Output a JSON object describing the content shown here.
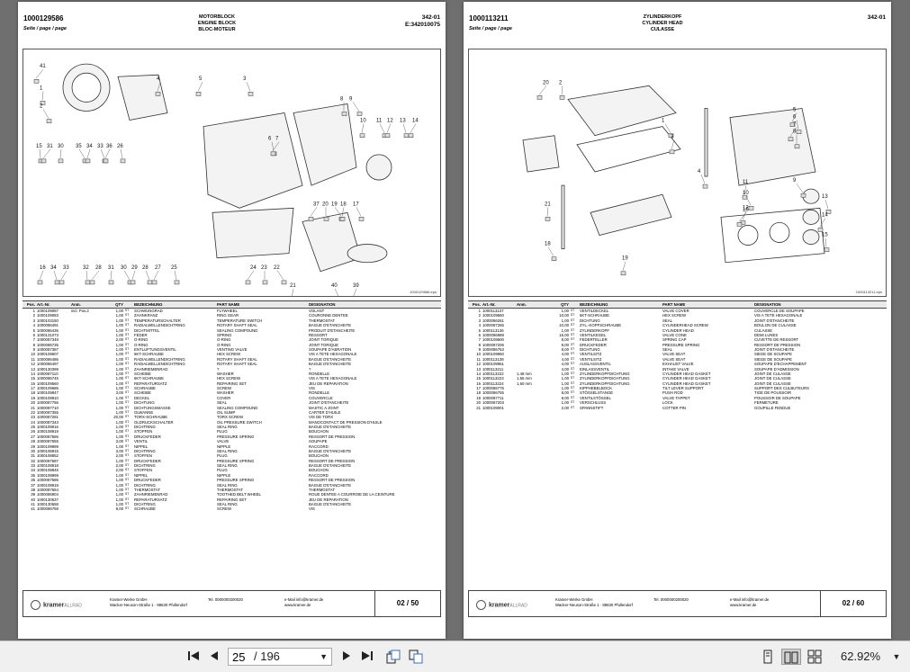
{
  "left_page": {
    "part_no": "1000129586",
    "seite": "Seite / page / page",
    "titles": [
      "MOTORBLOCK",
      "ENGINE BLOCK",
      "BLOC-MOTEUR"
    ],
    "ref": "342-01",
    "ref2": "E:342010075",
    "figure_code": "1000129586.eps",
    "callouts": [
      "41",
      "1",
      "2",
      "4",
      "3",
      "5",
      "6",
      "7",
      "8",
      "9",
      "10",
      "11",
      "12",
      "13",
      "14",
      "15",
      "31",
      "30",
      "35",
      "34",
      "33",
      "36",
      "26",
      "37",
      "20",
      "19",
      "18",
      "17",
      "16",
      "34",
      "33",
      "32",
      "28",
      "31",
      "30",
      "29",
      "28",
      "27",
      "25",
      "24",
      "23",
      "22",
      "21",
      "40",
      "39",
      "38"
    ],
    "columns": [
      "Pos.",
      "Art.-Nr.",
      "Anm.",
      "QTY",
      "",
      "BEZEICHNUNG",
      "PART NAME",
      "DESIGNATION"
    ],
    "rows": [
      [
        "1",
        "1000109087",
        "incl. Pos.2",
        "1,00",
        "ST",
        "SCHWUNGRAD",
        "FLYWHEEL",
        "VOLANT"
      ],
      [
        "2",
        "1000109083",
        "",
        "1,00",
        "ST",
        "ZAHNKRANZ",
        "RING GEAR",
        "COURONNE DENTEE"
      ],
      [
        "3",
        "1000103150",
        "",
        "1,00",
        "ST",
        "TEMPERATURSCHALTER",
        "TEMPERATURE SWITCH",
        "THERMOSTAT"
      ],
      [
        "4",
        "1000086491",
        "",
        "1,00",
        "ST",
        "RADIALWELLENDICHTRING",
        "ROTARY SHAFT SEAL",
        "BAGUE D'ETANCHEITE"
      ],
      [
        "5",
        "1000086436",
        "",
        "1,00",
        "ST",
        "DICHTMITTEL",
        "SEALING COMPOUND",
        "PRODUIT D'ETANCHEITE"
      ],
      [
        "6",
        "1000131073",
        "",
        "1,00",
        "ST",
        "FEDER",
        "SPRING",
        "RESSORT"
      ],
      [
        "7",
        "1000087349",
        "",
        "2,00",
        "ST",
        "O-RING",
        "O-RING",
        "JOINT TORIQUE"
      ],
      [
        "8",
        "1000086735",
        "",
        "1,00",
        "ST",
        "O-RING",
        "O-RING",
        "JOINT TORIQUE"
      ],
      [
        "9",
        "1000087387",
        "",
        "1,00",
        "ST",
        "ENTLUFTUNGSVENTIL",
        "VENTING VALVE",
        "SOUPAPE D'AERATION"
      ],
      [
        "10",
        "1000109607",
        "",
        "1,00",
        "ST",
        "6KT-SCHRAUBE",
        "HEX SCREW",
        "VIS A TETE HEXAGONALE"
      ],
      [
        "11",
        "1000086486",
        "",
        "1,00",
        "ST",
        "RADIALWELLENDICHTRING",
        "ROTARY SHAFT SEAL",
        "BAGUE D'ETANCHEITE"
      ],
      [
        "12",
        "1000086497",
        "",
        "1,00",
        "ST",
        "RADIALWELLENDICHTRING",
        "ROTARY SHAFT SEAL",
        "BAGUE D'ETANCHEITE"
      ],
      [
        "13",
        "1000130399",
        "",
        "1,00",
        "ST",
        "ZAHNRIEMENRAD",
        "?",
        "?"
      ],
      [
        "14",
        "1000087110",
        "",
        "1,00",
        "ST",
        "SCHEIBE",
        "WASHER",
        "RONDELLE"
      ],
      [
        "15",
        "1000086745",
        "",
        "1,00",
        "ST",
        "6KT-SCHRAUBE",
        "HEX SCREW",
        "VIS A TETE HEXAGONALE"
      ],
      [
        "16",
        "1000109560",
        "",
        "1,00",
        "ST",
        "REPARATURSATZ",
        "REPAIRING SET",
        "JEU DE REPARATION"
      ],
      [
        "17",
        "1000109685",
        "",
        "1,00",
        "ST",
        "SCHRAUBE",
        "SCREW",
        "VIS"
      ],
      [
        "18",
        "1000109847",
        "",
        "3,00",
        "ST",
        "SCHEIBE",
        "WASHER",
        "RONDELLE"
      ],
      [
        "19",
        "1000109910",
        "",
        "1,00",
        "ST",
        "DECKEL",
        "COVER",
        "COUVERCLE"
      ],
      [
        "20",
        "1000087756",
        "",
        "1,00",
        "ST",
        "DICHTUNG",
        "SEAL",
        "JOINT D'ETANCHEITE"
      ],
      [
        "21",
        "1000087710",
        "",
        "1,00",
        "ST",
        "DICHTUNGSMASSE",
        "SEALING COMPOUND",
        "MASTIC A JOINT"
      ],
      [
        "22",
        "1000087355",
        "",
        "1,00",
        "ST",
        "OLWANNE",
        "OIL SUMP",
        "CARTER D'HUILE"
      ],
      [
        "23",
        "1000087281",
        "",
        "20,00",
        "ST",
        "TORX-SCHRAUBE",
        "TORX SCREW",
        "VIS DE TORX"
      ],
      [
        "24",
        "1000087343",
        "",
        "1,00",
        "ST",
        "OLDRUCKSCHALTER",
        "OIL PRESSURE SWITCH",
        "MANOCONTACT DE PRESSION D'HUILE"
      ],
      [
        "25",
        "1000109916",
        "",
        "1,00",
        "ST",
        "DICHTRING",
        "SEAL RING",
        "BAGUE D'ETANCHEITE"
      ],
      [
        "26",
        "1000108919",
        "",
        "1,00",
        "ST",
        "STOPFEN",
        "PLUG",
        "BOUCHON"
      ],
      [
        "27",
        "1000087586",
        "",
        "1,00",
        "ST",
        "DRUCKFEDER",
        "PRESSURE SPRING",
        "RESSORT DE PRESSION"
      ],
      [
        "28",
        "1000087555",
        "",
        "3,00",
        "ST",
        "VENTIL",
        "VALVE",
        "SOUPAPE"
      ],
      [
        "29",
        "1000109999",
        "",
        "1,00",
        "ST",
        "NIPPEL",
        "NIPPLE",
        "RACCORD"
      ],
      [
        "30",
        "1000108915",
        "",
        "3,00",
        "ST",
        "DICHTRING",
        "SEAL RING",
        "BAGUE D'ETANCHEITE"
      ],
      [
        "31",
        "1000108852",
        "",
        "2,00",
        "ST",
        "STOFFEN",
        "PLUG",
        "BOUCHON"
      ],
      [
        "32",
        "1000087587",
        "",
        "1,00",
        "ST",
        "DRUCKFEDER",
        "PRESSURE SPRING",
        "RESSORT DE PRESSION"
      ],
      [
        "33",
        "1000108918",
        "",
        "2,00",
        "ST",
        "DICHTRING",
        "SEAL RING",
        "BAGUE D'ETANCHEITE"
      ],
      [
        "34",
        "1000108845",
        "",
        "2,00",
        "ST",
        "STOFFEN",
        "PLUG",
        "BOUCHON"
      ],
      [
        "35",
        "1000108999",
        "",
        "1,00",
        "ST",
        "NIPPEL",
        "NIPPLE",
        "RACCORD"
      ],
      [
        "36",
        "1000087586",
        "",
        "1,00",
        "ST",
        "DRUCKFEDER",
        "PRESSURE SPRING",
        "RESSORT DE PRESSION"
      ],
      [
        "37",
        "1000108919",
        "",
        "1,00",
        "ST",
        "DICHTRING",
        "SEAL RING",
        "BAGUE D'ETANCHEITE"
      ],
      [
        "38",
        "1000087654",
        "",
        "1,00",
        "ST",
        "THERMOSTAT",
        "THERMOSTAT",
        "THERMOSTAT"
      ],
      [
        "39",
        "1000086904",
        "",
        "1,00",
        "ST",
        "ZAHNRIEMENRAD",
        "TOOTHED BELT WHEEL",
        "ROUE DENTEE A COURROIE DE LA CEINTURE"
      ],
      [
        "40",
        "1000130637",
        "",
        "1,00",
        "ST",
        "REPARATURSATZ",
        "REPAIRING SET",
        "JEU DE REPARATION"
      ],
      [
        "41",
        "1000130658",
        "",
        "1,00",
        "ST",
        "DICHTRING",
        "SEAL RING",
        "BAGUE D'ETANCHEITE"
      ],
      [
        "41",
        "1000086758",
        "",
        "8,00",
        "ST",
        "SCHRAUBE",
        "SCREW",
        "VIS"
      ]
    ],
    "footer": {
      "brand": "kramer",
      "brand_sub": "ALLRAD",
      "addr1": "Kramer-Werke GmbH",
      "addr2": "Wacker-Neuson-Straße 1 · 88630 Pfullendorf",
      "tel": "Tel. 0000000200020",
      "mail1": "e-Mail info@kramer.de",
      "mail2": "www.kramer.de",
      "page": "02 / 50"
    }
  },
  "right_page": {
    "part_no": "1000113211",
    "seite": "Seite / page / page",
    "titles": [
      "ZYLINDERKOPF",
      "CYLINDER HEAD",
      "CULASSE"
    ],
    "ref": "342-01",
    "figure_code": "1000113211.eps",
    "callouts": [
      "20",
      "2",
      "1",
      "3",
      "4",
      "5",
      "6",
      "7",
      "8",
      "9",
      "11",
      "10",
      "12",
      "13",
      "14",
      "15",
      "16",
      "21",
      "18",
      "19",
      "17"
    ],
    "columns": [
      "Pos.",
      "Art.-Nr.",
      "Anm.",
      "QTY",
      "",
      "BEZEICHNUNG",
      "PART NAME",
      "DESIGNATION"
    ],
    "rows": [
      [
        "1",
        "1000113137",
        "",
        "1,00",
        "ST",
        "VENTILDECKEL",
        "VALVE COVER",
        "COUVERCLE DE SOUPAPE"
      ],
      [
        "2",
        "1000109560",
        "",
        "10,00",
        "ST",
        "6KT-SCHRAUBE",
        "HEX SCREW",
        "VIS A TETE HEXAGONALE"
      ],
      [
        "3",
        "1000086261",
        "",
        "1,00",
        "ST",
        "DICHTUNG",
        "SEAL",
        "JOINT D'ETANCHEITE"
      ],
      [
        "4",
        "1000087265",
        "",
        "10,00",
        "ST",
        "ZYL.-KOPFSCHRAUBE",
        "CYLINDERHEAD SCREW",
        "BOULON DE CULASSE"
      ],
      [
        "5",
        "1000113136",
        "",
        "1,00",
        "ST",
        "ZYLINDERKOPF",
        "CYLINDER HEAD",
        "CULASSE"
      ],
      [
        "6",
        "1000086988",
        "",
        "16,00",
        "ST",
        "VENTILKEGEL",
        "VALVE CONE",
        "DEMI LUNES"
      ],
      [
        "7",
        "1000109600",
        "",
        "8,00",
        "ST",
        "FEDERTELLER",
        "SPRING CAP",
        "CUVETTE DE RESSORT"
      ],
      [
        "8",
        "1000087206",
        "",
        "8,00",
        "ST",
        "DRUCKFEDER",
        "PRESSURE SPRING",
        "RESSORT DE PRESSION"
      ],
      [
        "9",
        "1000086763",
        "",
        "8,00",
        "ST",
        "DICHTUNG",
        "SEAL",
        "JOINT D'ETANCHEITE"
      ],
      [
        "10",
        "1000109960",
        "",
        "4,00",
        "ST",
        "VENTILSITZ",
        "VALVE SEAT",
        "SIEGE DE SOUPAPE"
      ],
      [
        "11",
        "1000113138",
        "",
        "4,00",
        "ST",
        "VENTILSITZ",
        "VALVE SEAT",
        "SIEGE DE SOUPAPE"
      ],
      [
        "12",
        "1000109961",
        "",
        "4,00",
        "ST",
        "AUSLASSVENTIL",
        "EXHAUST VALVE",
        "SOUPAPE D'ECHAPPEMENT"
      ],
      [
        "13",
        "1000113211",
        "",
        "4,00",
        "ST",
        "EINLASSVENTIL",
        "INTAKE VALVE",
        "SOUPAPE D'ADMISSION"
      ],
      [
        "14",
        "1000113222",
        "1,48 mm",
        "1,00",
        "ST",
        "ZYLINDERKOPFDICHTUNG",
        "CYLINDER HEAD GASKET",
        "JOINT DE CULASSE"
      ],
      [
        "15",
        "1000113223",
        "1,55 mm",
        "1,00",
        "ST",
        "ZYLINDERKOPFDICHTUNG",
        "CYLINDER HEAD GASKET",
        "JOINT DE CULASSE"
      ],
      [
        "16",
        "1000113224",
        "1,60 mm",
        "1,00",
        "ST",
        "ZYLINDERKOPFDICHTUNG",
        "CYLINDER HEAD GASKET",
        "JOINT DE CULASSE"
      ],
      [
        "17",
        "1000086775",
        "",
        "1,00",
        "ST",
        "KIPPHEBELBOCK",
        "TILT LEVER SUPPORT",
        "SUPPORT DES CULBUTEURS"
      ],
      [
        "18",
        "1000086755",
        "",
        "8,00",
        "ST",
        "STÖSSELSTANGE",
        "PUSH ROD",
        "TIGE DE POUSSOIR"
      ],
      [
        "19",
        "1000087711",
        "",
        "8,00",
        "ST",
        "VENTILSTÖSSEL",
        "VALVE TAPPET",
        "POUSSOIR DE SOUPAPE"
      ],
      [
        "20",
        "1000087203",
        "",
        "1,00",
        "ST",
        "VERSCHLUSS",
        "LOCK",
        "FERMETURE"
      ],
      [
        "21",
        "1000109001",
        "",
        "2,00",
        "ST",
        "SPANNSTIFT",
        "COTTER PIN",
        "GOUPILLE FENDUE"
      ]
    ],
    "footer": {
      "brand": "kramer",
      "brand_sub": "ALLRAD",
      "addr1": "Kramer-Werke GmbH",
      "addr2": "Wacker-Neuson-Straße 1 · 88630 Pfullendorf",
      "tel": "Tel. 0000000200020",
      "mail1": "e-Mail info@kramer.de",
      "mail2": "www.kramer.de",
      "page": "02 / 60"
    }
  },
  "toolbar": {
    "first_icon": "first-page-icon",
    "prev_icon": "prev-page-icon",
    "page_current": "25",
    "page_total": "/ 196",
    "next_icon": "next-page-icon",
    "last_icon": "last-page-icon",
    "zoom": "62.92%",
    "accent": "#3a6fb0"
  }
}
